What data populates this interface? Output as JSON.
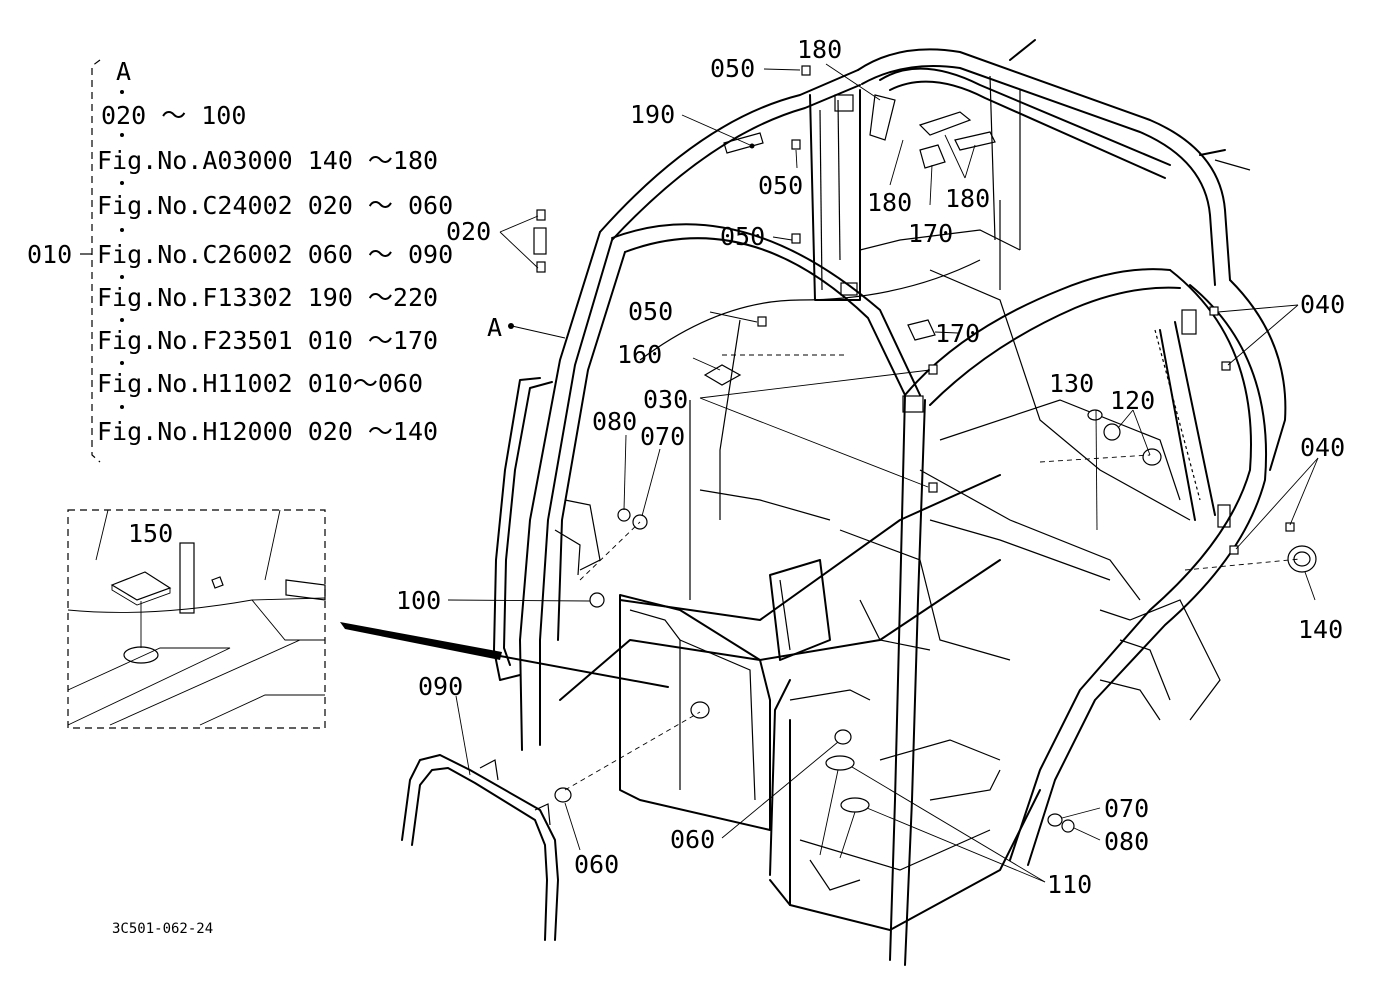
{
  "references": {
    "group_label": "010",
    "items": [
      {
        "label": "A"
      },
      {
        "label": "020 ～ 100"
      },
      {
        "label": "Fig.No.A03000  140 ～180"
      },
      {
        "label": "Fig.No.C24002  020 ～ 060"
      },
      {
        "label": "Fig.No.C26002  060 ～ 090"
      },
      {
        "label": "Fig.No.F13302   190 ～220"
      },
      {
        "label": "Fig.No.F23501  010 ～170"
      },
      {
        "label": "Fig.No.H11002  010～060"
      },
      {
        "label": "Fig.No.H12000  020 ～140"
      }
    ]
  },
  "callouts": {
    "c050a": "050",
    "c180a": "180",
    "c190": "190",
    "c050b": "050",
    "c180b": "180",
    "c180c": "180",
    "c170a": "170",
    "c020": "020",
    "c050c": "050",
    "c050d": "050",
    "c170b": "170",
    "cA": "A",
    "c160": "160",
    "c030": "030",
    "c130": "130",
    "c120": "120",
    "c040a": "040",
    "c040b": "040",
    "c080a": "080",
    "c070a": "070",
    "c150": "150",
    "c100": "100",
    "c090": "090",
    "c060a": "060",
    "c060b": "060",
    "c070b": "070",
    "c080b": "080",
    "c110": "110",
    "c140": "140"
  },
  "drawing_number": "3C501-062-24"
}
